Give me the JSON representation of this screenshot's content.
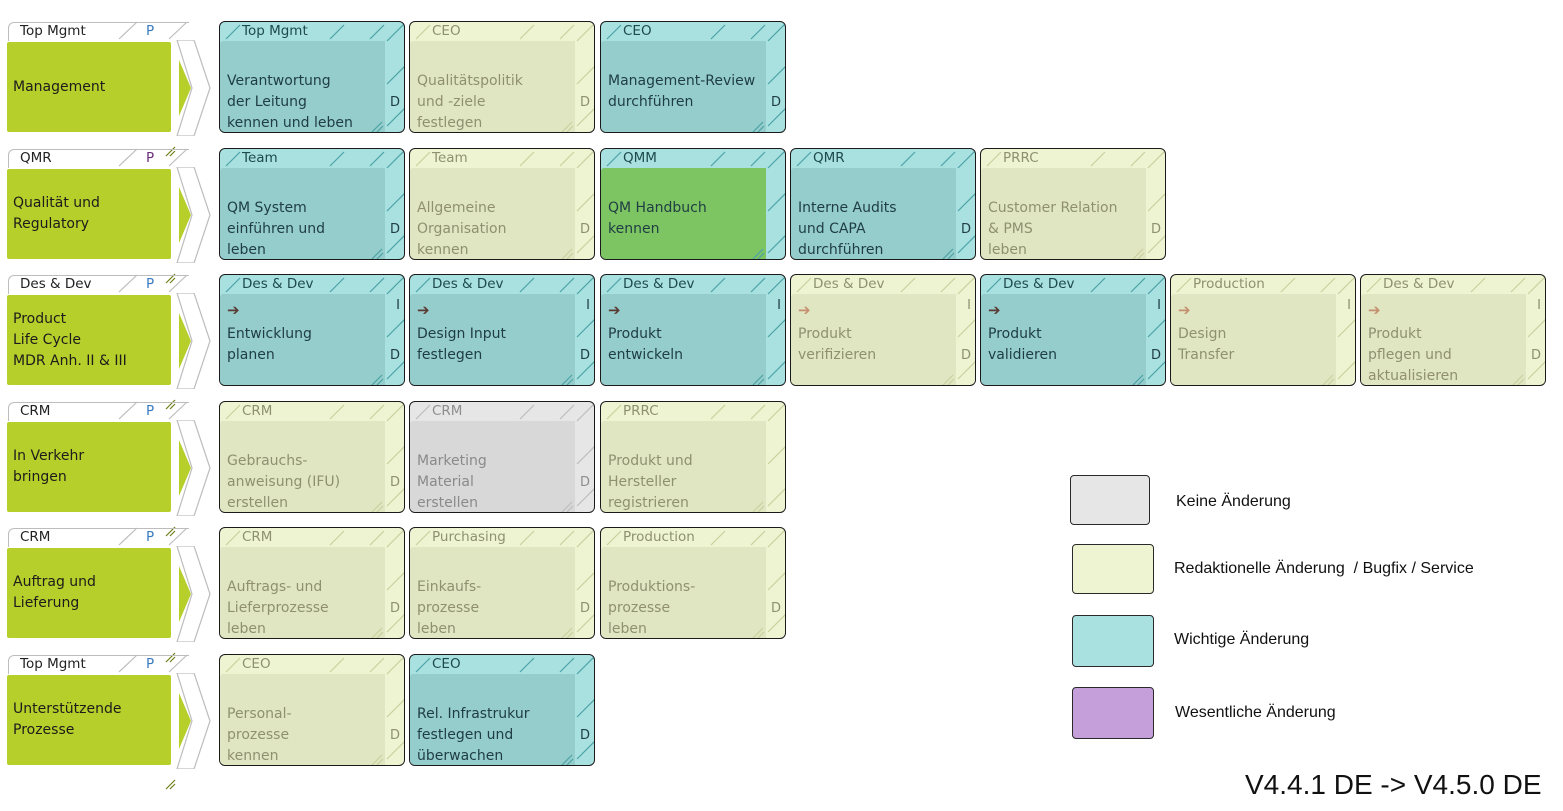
{
  "colors": {
    "none": "#e6e6e6",
    "editorial": "#eef4d2",
    "important": "#a9e1e0",
    "essential": "#c59fda",
    "process_green": "#b6cf2a",
    "qm_green": "#7dc463"
  },
  "rows": [
    {
      "process": {
        "tag": "Top Mgmt",
        "p": "P",
        "name": "Management"
      },
      "cards": [
        {
          "role": "Top Mgmt",
          "text": "Verantwortung\nder Leitung\nkennen und leben",
          "change": "important",
          "markers": [
            "D"
          ]
        },
        {
          "role": "CEO",
          "text": "Qualitätspolitik\nund -ziele\nfestlegen",
          "change": "editorial",
          "markers": [
            "D"
          ]
        },
        {
          "role": "CEO",
          "text": "Management-Review\ndurchführen",
          "change": "important",
          "markers": [
            "D"
          ]
        }
      ]
    },
    {
      "process": {
        "tag": "QMR",
        "p": "P",
        "name": "Qualität und\nRegulatory"
      },
      "cards": [
        {
          "role": "Team",
          "text": "QM System\neinführen und\nleben",
          "change": "important",
          "markers": [
            "D"
          ]
        },
        {
          "role": "Team",
          "text": "Allgemeine\nOrganisation\nkennen",
          "change": "editorial",
          "markers": [
            "D"
          ]
        },
        {
          "role": "QMM",
          "text": "QM Handbuch\nkennen",
          "change": "important",
          "inner": "qm_green",
          "markers": []
        },
        {
          "role": "QMR",
          "text": "Interne Audits\nund CAPA\ndurchführen",
          "change": "important",
          "markers": [
            "D"
          ]
        },
        {
          "role": "PRRC",
          "text": "Customer Relation\n& PMS\nleben",
          "change": "editorial",
          "markers": [
            "D"
          ]
        }
      ]
    },
    {
      "process": {
        "tag": "Des & Dev",
        "p": "P",
        "name": "Product\nLife Cycle\nMDR Anh. II & III"
      },
      "cards": [
        {
          "role": "Des & Dev",
          "text": "Entwicklung\nplanen",
          "change": "important",
          "markers": [
            "I",
            "D"
          ],
          "arrow": true
        },
        {
          "role": "Des & Dev",
          "text": "Design Input\nfestlegen",
          "change": "important",
          "markers": [
            "I",
            "D"
          ],
          "arrow": true
        },
        {
          "role": "Des & Dev",
          "text": "Produkt\nentwickeln",
          "change": "important",
          "markers": [
            "I"
          ],
          "arrow": true
        },
        {
          "role": "Des & Dev",
          "text": "Produkt\nverifizieren",
          "change": "editorial",
          "markers": [
            "I",
            "D"
          ],
          "arrow": true
        },
        {
          "role": "Des & Dev",
          "text": "Produkt\nvalidieren",
          "change": "important",
          "markers": [
            "I",
            "D"
          ],
          "arrow": true
        },
        {
          "role": "Production",
          "text": "Design\nTransfer",
          "change": "editorial",
          "markers": [
            "I"
          ],
          "arrow": true
        },
        {
          "role": "Des & Dev",
          "text": "Produkt\npflegen und\naktualisieren",
          "change": "editorial",
          "markers": [
            "I",
            "D"
          ],
          "arrow": true
        }
      ]
    },
    {
      "process": {
        "tag": "CRM",
        "p": "P",
        "name": "In Verkehr\nbringen"
      },
      "cards": [
        {
          "role": "CRM",
          "text": "Gebrauchs-\nanweisung (IFU)\nerstellen",
          "change": "editorial",
          "markers": [
            "D"
          ]
        },
        {
          "role": "CRM",
          "text": "Marketing\nMaterial\nerstellen",
          "change": "none",
          "markers": [
            "D"
          ]
        },
        {
          "role": "PRRC",
          "text": "Produkt und\nHersteller\nregistrieren",
          "change": "editorial",
          "markers": []
        }
      ]
    },
    {
      "process": {
        "tag": "CRM",
        "p": "P",
        "name": "Auftrag und\nLieferung"
      },
      "cards": [
        {
          "role": "CRM",
          "text": "Auftrags- und\nLieferprozesse\nleben",
          "change": "editorial",
          "markers": [
            "D"
          ]
        },
        {
          "role": "Purchasing",
          "text": "Einkaufs-\nprozesse\nleben",
          "change": "editorial",
          "markers": [
            "D"
          ]
        },
        {
          "role": "Production",
          "text": "Produktions-\nprozesse\nleben",
          "change": "editorial",
          "markers": [
            "D"
          ]
        }
      ]
    },
    {
      "process": {
        "tag": "Top Mgmt",
        "p": "P",
        "name": "Unterstützende\nProzesse"
      },
      "cards": [
        {
          "role": "CEO",
          "text": "Personal-\nprozesse\nkennen",
          "change": "editorial",
          "markers": [
            "D"
          ]
        },
        {
          "role": "CEO",
          "text": "Rel. Infrastrukur\nfestlegen und\nüberwachen",
          "change": "important",
          "markers": [
            "D"
          ]
        }
      ]
    }
  ],
  "legend": [
    {
      "key": "none",
      "label": "Keine Änderung"
    },
    {
      "key": "editorial",
      "label": "Redaktionelle Änderung  / Bugfix / Service"
    },
    {
      "key": "important",
      "label": "Wichtige Änderung"
    },
    {
      "key": "essential",
      "label": "Wesentliche Änderung"
    }
  ],
  "version": "V4.4.1 DE -> V4.5.0 DE"
}
